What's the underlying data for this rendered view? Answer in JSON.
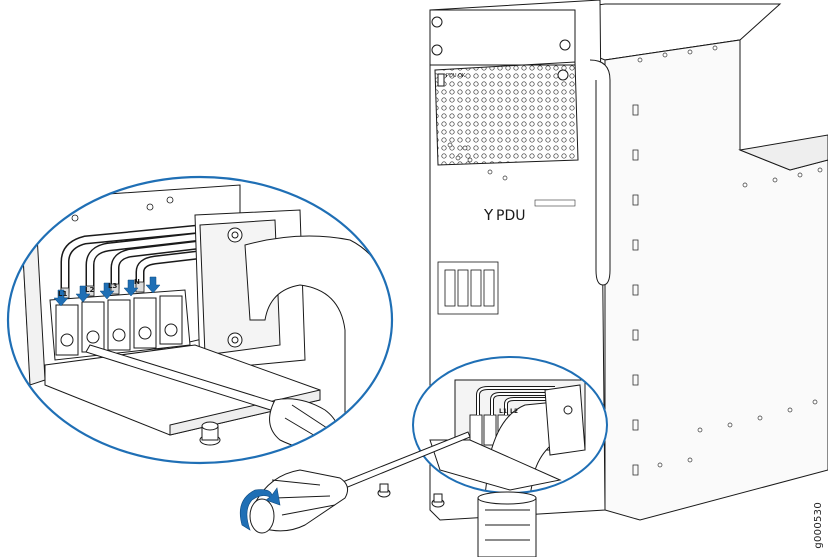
{
  "figure_id": "g000530",
  "pdu": {
    "logo_text": "PDU",
    "status_led_label": "PDU OK"
  },
  "zoom_callout": {
    "terminal_labels": [
      "L1",
      "L2",
      "L3",
      "N"
    ]
  },
  "small_callout": {
    "terminal_labels": [
      "L1",
      "L2"
    ]
  },
  "colors": {
    "outline": "#1a1a1a",
    "arrow_blue": "#1f6fb5",
    "callout_ring": "#1f6fb5"
  }
}
